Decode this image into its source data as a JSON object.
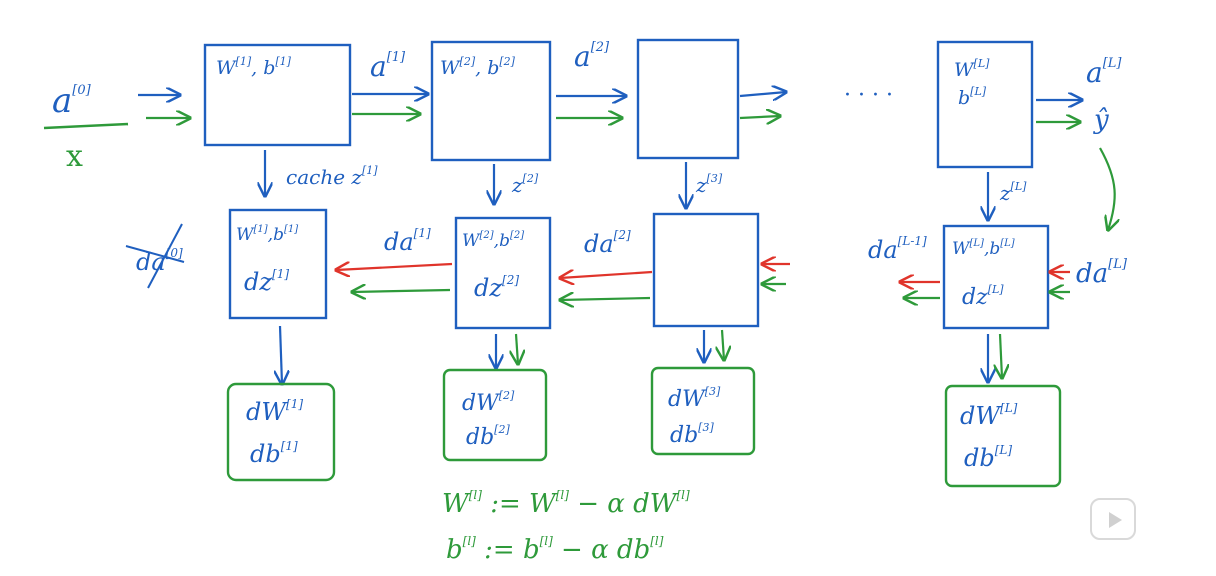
{
  "colors": {
    "blue": "#1f5fbf",
    "green": "#2e9a3a",
    "red": "#e0342b"
  },
  "input": {
    "a_base": "a",
    "a_sup": "[0]",
    "x_label": "x"
  },
  "forward": {
    "box1": {
      "base": "W",
      "sup": "[1]",
      "sep": ", ",
      "b_base": "b",
      "b_sup": "[1]"
    },
    "box2": {
      "base": "W",
      "sup": "[2]",
      "sep": ", ",
      "b_base": "b",
      "b_sup": "[2]"
    },
    "boxL": {
      "base": "W",
      "sup": "[L]",
      "b_base": "b",
      "b_sup": "[L]"
    },
    "a1": {
      "base": "a",
      "sup": "[1]"
    },
    "a2": {
      "base": "a",
      "sup": "[2]"
    },
    "aL": {
      "base": "a",
      "sup": "[L]"
    },
    "yhat": "ŷ",
    "dots": "· · · ·"
  },
  "cache": {
    "c1": {
      "prefix": "cache ",
      "base": "z",
      "sup": "[1]"
    },
    "c2": {
      "base": "z",
      "sup": "[2]"
    },
    "c3": {
      "base": "z",
      "sup": "[3]"
    },
    "cL": {
      "base": "z",
      "sup": "[L]"
    }
  },
  "backward": {
    "box1": {
      "w": "W",
      "wsup": "[1]",
      "b": "b",
      "bsup": "[1]",
      "dz": "dz",
      "dzsup": "[1]"
    },
    "box2": {
      "w": "W",
      "wsup": "[2]",
      "b": "b",
      "bsup": "[2]",
      "dz": "dz",
      "dzsup": "[2]"
    },
    "boxL": {
      "w": "W",
      "wsup": "[L]",
      "b": "b",
      "bsup": "[L]",
      "dz": "dz",
      "dzsup": "[L]"
    },
    "da0": {
      "base": "da",
      "sup": "[0]"
    },
    "da1": {
      "base": "da",
      "sup": "[1]"
    },
    "da2": {
      "base": "da",
      "sup": "[2]"
    },
    "daLm1": {
      "base": "da",
      "sup": "[L-1]"
    },
    "daL": {
      "base": "da",
      "sup": "[L]"
    }
  },
  "grads": {
    "g1": {
      "dw": "dW",
      "dwsup": "[1]",
      "db": "db",
      "dbsup": "[1]"
    },
    "g2": {
      "dw": "dW",
      "dwsup": "[2]",
      "db": "db",
      "dbsup": "[2]"
    },
    "g3": {
      "dw": "dW",
      "dwsup": "[3]",
      "db": "db",
      "dbsup": "[3]"
    },
    "gL": {
      "dw": "dW",
      "dwsup": "[L]",
      "db": "db",
      "dbsup": "[L]"
    }
  },
  "update": {
    "line1": {
      "lhs": "W",
      "lhs_sup": "[l]",
      "op": " := ",
      "rhs": "W",
      "rhs_sup": "[l]",
      "minus": " − α dW",
      "minus_sup": "[l]"
    },
    "line2": {
      "lhs": "b",
      "lhs_sup": "[l]",
      "op": " := ",
      "rhs": "b",
      "rhs_sup": "[l]",
      "minus": " − α db",
      "minus_sup": "[l]"
    }
  },
  "icons": {
    "play": "play-icon"
  }
}
